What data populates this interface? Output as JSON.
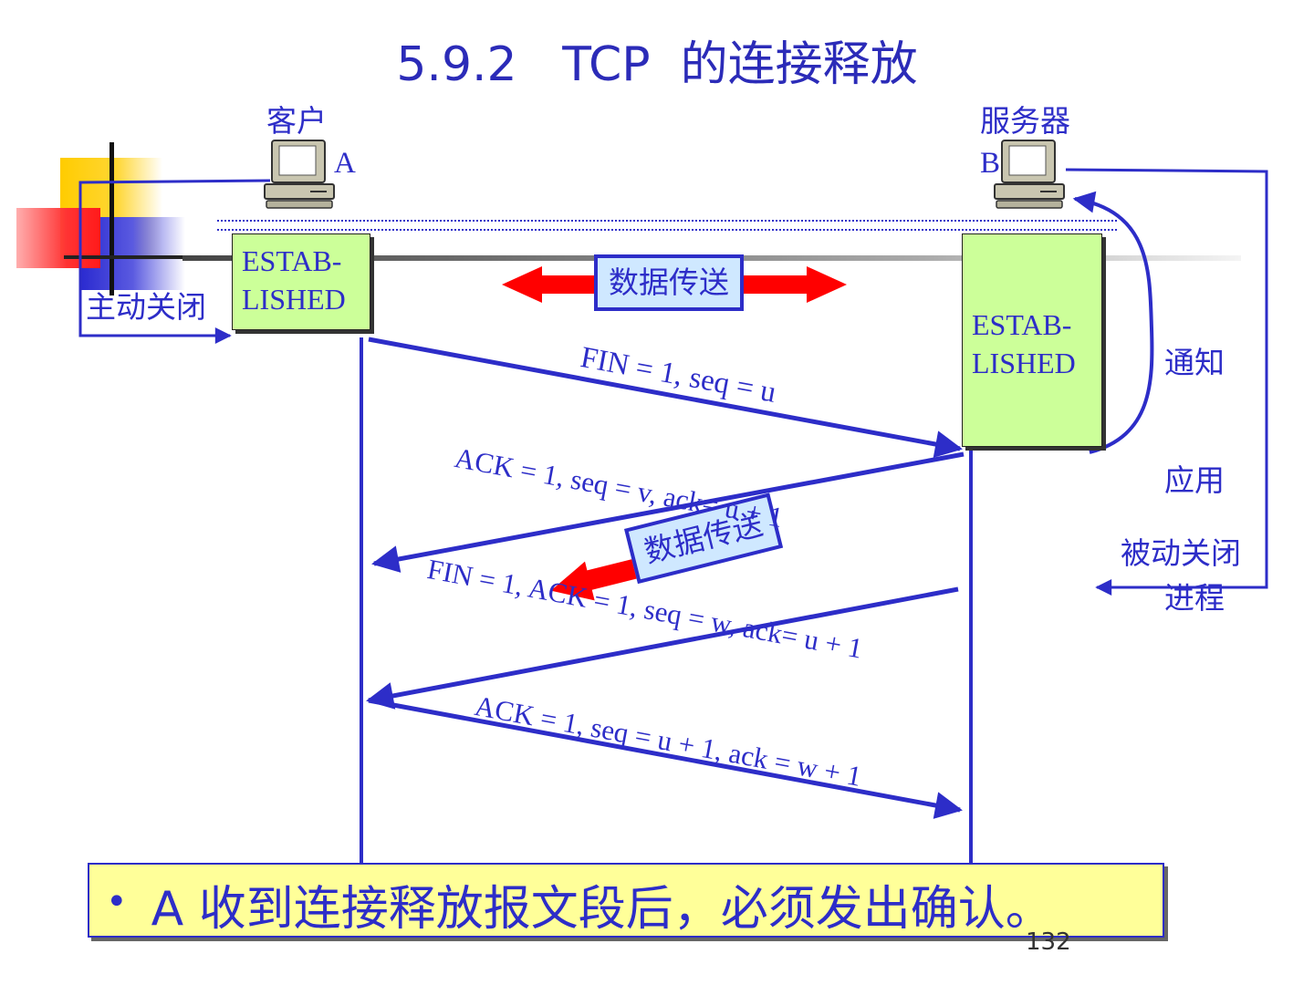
{
  "title": "5.9.2   TCP  的连接释放",
  "client": {
    "label": "客户",
    "host": "A",
    "state_line1": "ESTAB-",
    "state_line2": "LISHED"
  },
  "server": {
    "label": "服务器",
    "host": "B",
    "state_line1": "ESTAB-",
    "state_line2": "LISHED"
  },
  "active_close": "主动关闭",
  "passive_close": "被动关闭",
  "notify": {
    "line1": "通知",
    "line2": "应用",
    "line3": "进程"
  },
  "data_transfer": "数据传送",
  "messages": {
    "fin1": "FIN = 1, seq = u",
    "ack1": "ACK = 1, seq = v, ack= u + 1",
    "fin2": "FIN = 1, ACK = 1, seq = w, ack= u + 1",
    "ack2": "ACK = 1, seq = u + 1, ack = w + 1"
  },
  "bullet": {
    "symbol": "•",
    "text": "A  收到连接释放报文段后，必须发出确认。"
  },
  "page_number": "132",
  "colors": {
    "primary": "#2d2dc8",
    "state_fill": "#ccff99",
    "data_box": "#cfe8ff",
    "arrow_red": "#ff0000",
    "bullet_fill": "#ffff99"
  }
}
